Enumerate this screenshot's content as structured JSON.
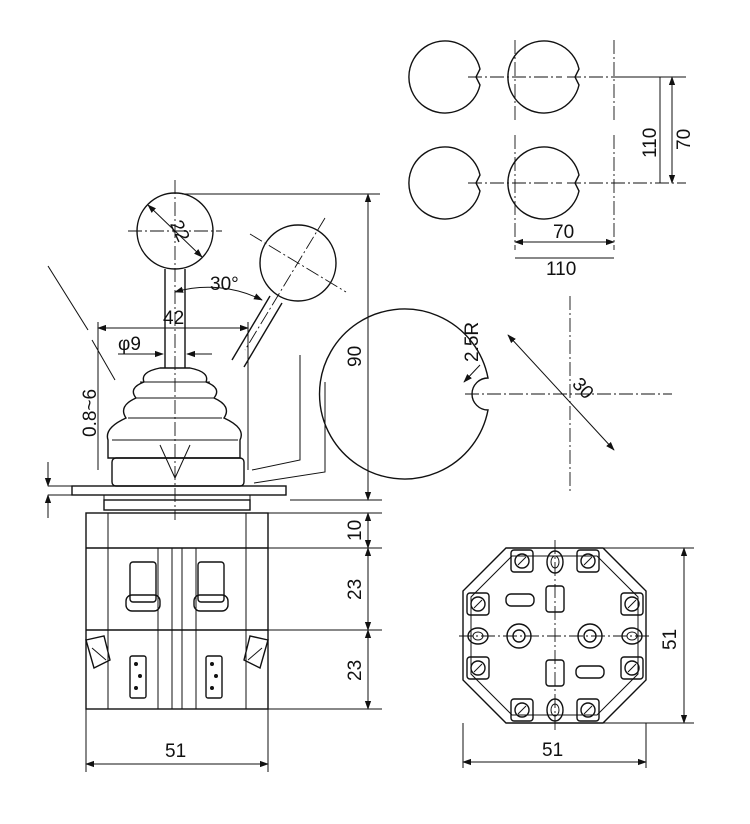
{
  "colors": {
    "line": "#111111",
    "background": "#ffffff"
  },
  "front_view": {
    "dim_width": "51",
    "dim_total_height": "90",
    "dim_section_top": "10",
    "dim_section_mid": "23",
    "dim_section_bottom": "23",
    "dim_boot_width": "42",
    "dim_shaft": "φ9",
    "dim_panel": "0.8~6",
    "dim_knob": "22",
    "dim_angle": "30°"
  },
  "cutout_pattern": {
    "dim_x_inner": "70",
    "dim_x_outer": "110",
    "dim_y_outer": "110",
    "dim_y_inner": "70"
  },
  "panel_hole": {
    "dim_diameter": "30",
    "dim_notch": "2.5R"
  },
  "bottom_view": {
    "dim_width": "51",
    "dim_height": "51"
  }
}
